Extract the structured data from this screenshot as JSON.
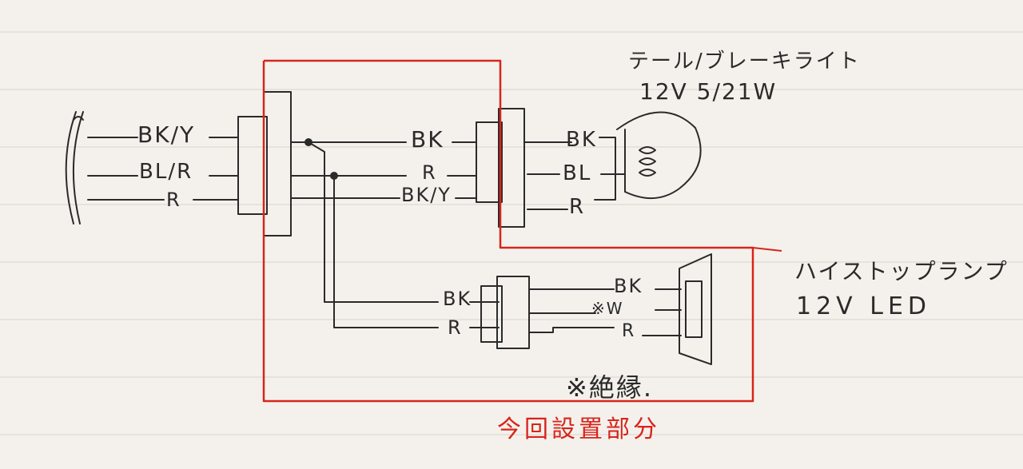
{
  "colors": {
    "paper": "#f4f1ec",
    "rule_line": "#d9d4cc",
    "ink": "#2a2a2a",
    "red_ink": "#d8241c"
  },
  "harness_labels": [
    "BK/Y",
    "BL/R",
    "R"
  ],
  "mid_labels": [
    "BK",
    "R",
    "BK/Y"
  ],
  "tail_light": {
    "title": "テール/ブレーキライト",
    "rating": "12V 5/21W",
    "wire_labels": [
      "BK",
      "BL",
      "R"
    ]
  },
  "stop_lamp": {
    "title": "ハイストップランプ",
    "rating": "12V LED",
    "input_labels": [
      "BK",
      "R"
    ],
    "wire_labels": [
      "BK",
      "※W",
      "R"
    ]
  },
  "insulation_note": "※絶縁.",
  "install_section_label": "今回設置部分"
}
